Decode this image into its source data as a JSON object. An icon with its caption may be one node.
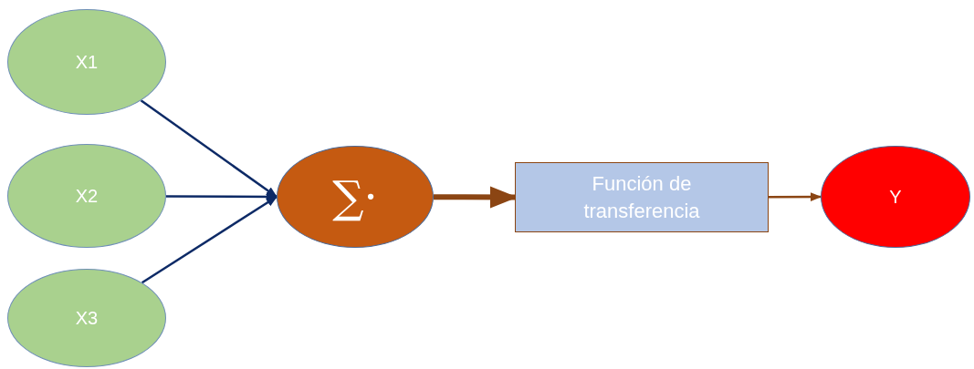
{
  "diagram": {
    "nodes": [
      {
        "text": [
          "X1"
        ]
      },
      {
        "text": [
          "X2"
        ]
      },
      {
        "text": [
          "X3"
        ]
      },
      {
        "text": [
          "∑·"
        ]
      },
      {
        "text": [
          "Función de transferencia"
        ]
      },
      {
        "text": [
          "Y"
        ]
      }
    ],
    "edges": [
      {
        "from": 0,
        "to": 3,
        "arrow": "to"
      },
      {
        "from": 1,
        "to": 3,
        "arrow": "to"
      },
      {
        "from": 2,
        "to": 3,
        "arrow": "to"
      },
      {
        "from": 3,
        "to": 4,
        "arrow": "to",
        "style": "thick",
        "color": "#8b4513"
      },
      {
        "from": 4,
        "to": 5,
        "arrow": "to",
        "color": "#8b4513"
      }
    ]
  }
}
